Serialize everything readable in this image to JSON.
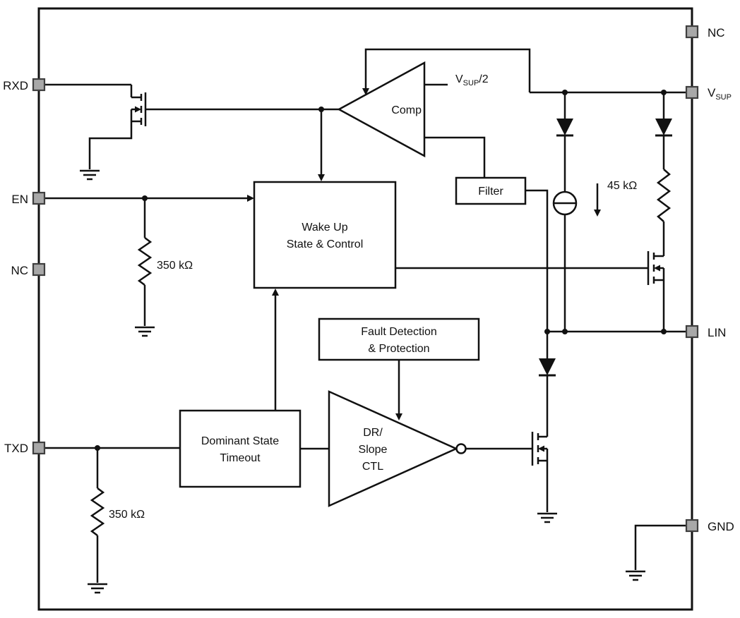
{
  "pins": {
    "nc_top": {
      "label": "NC"
    },
    "vsup": {
      "label_main": "V",
      "label_sub": "SUP"
    },
    "lin": {
      "label": "LIN"
    },
    "gnd": {
      "label": "GND"
    },
    "rxd": {
      "label": "RXD"
    },
    "en": {
      "label": "EN"
    },
    "nc_left": {
      "label": "NC"
    },
    "txd": {
      "label": "TXD"
    }
  },
  "blocks": {
    "comparator": {
      "label": "Comp"
    },
    "filter": {
      "label": "Filter"
    },
    "wake_up": {
      "line1": "Wake Up",
      "line2": "State & Control"
    },
    "fault": {
      "line1": "Fault Detection",
      "line2": "& Protection"
    },
    "dominant": {
      "line1": "Dominant State",
      "line2": "Timeout"
    },
    "driver": {
      "line1": "DR/",
      "line2": "Slope",
      "line3": "CTL"
    }
  },
  "labels": {
    "vsup_half": {
      "main": "V",
      "sub": "SUP",
      "suffix": "/2"
    },
    "r_en": "350 kΩ",
    "r_txd": "350 kΩ",
    "r_lin": "45 kΩ"
  }
}
